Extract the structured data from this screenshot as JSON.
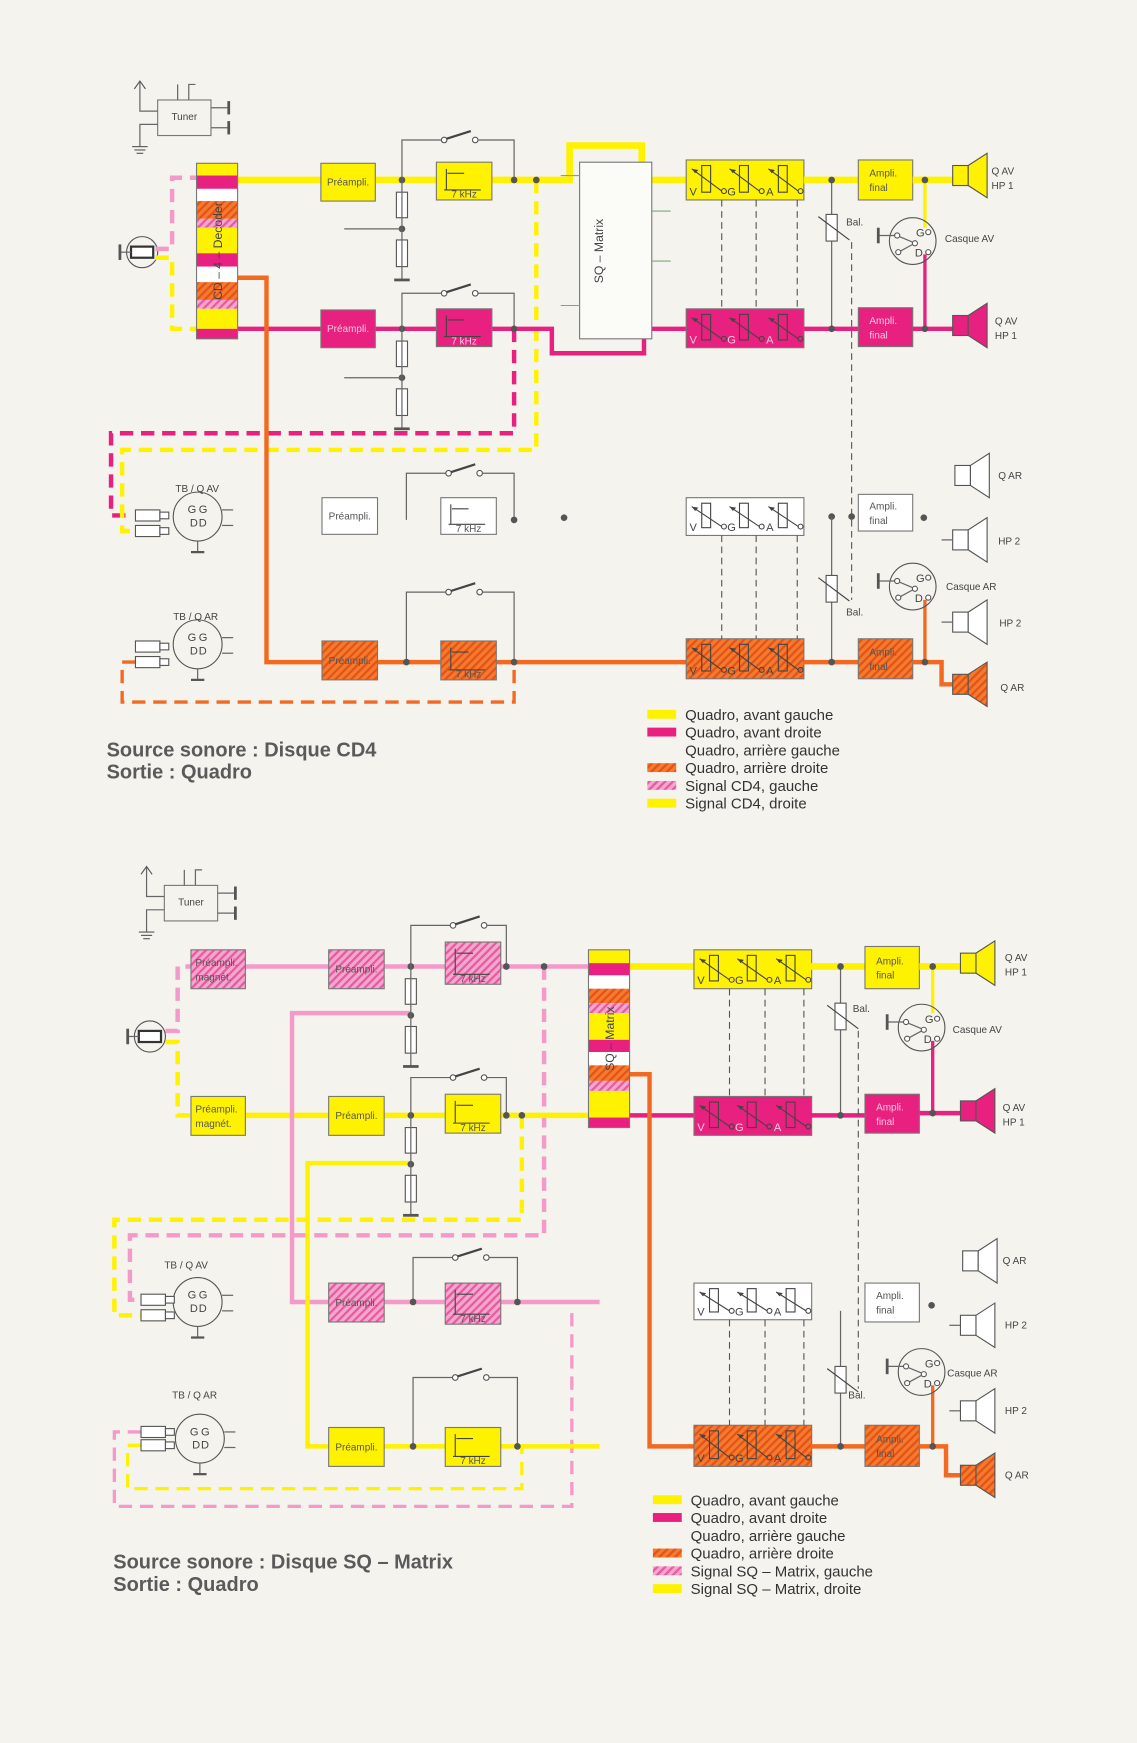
{
  "colors": {
    "yellow": "#fff200",
    "magenta": "#e8207f",
    "orange": "#f26a21",
    "pink_hatch": "#f39ac8",
    "background": "#f4f3ee"
  },
  "labels": {
    "tuner": "Tuner",
    "decoder": "CD – 4 – Decoder",
    "sq_matrix": "SQ – Matrix",
    "preampli": "Préampli.",
    "preampli_magnet": [
      "Préampli.",
      "magnét."
    ],
    "filter": "7 kHz",
    "ampli": [
      "Ampli.",
      "final"
    ],
    "pots": [
      "V",
      "G",
      "A"
    ],
    "bal": "Bal.",
    "jack": [
      "G",
      "D"
    ],
    "din": [
      "G",
      "G",
      "D",
      "D"
    ],
    "casque_av": "Casque AV",
    "casque_ar": "Casque AR",
    "q_av": "Q AV",
    "q_ar": "Q AR",
    "hp1": "HP 1",
    "hp2": "HP 2",
    "tb_qav": "TB / Q AV",
    "tb_qar": "TB / Q AR"
  },
  "diagrams": [
    {
      "title": "Source sonore : Disque CD4",
      "subtitle": "Sortie : Quadro",
      "legend": [
        {
          "label": "Quadro, avant gauche",
          "swatch": "yellow"
        },
        {
          "label": "Quadro, avant droite",
          "swatch": "magenta"
        },
        {
          "label": "Quadro, arrière gauche",
          "swatch": "white"
        },
        {
          "label": "Quadro, arrière droite",
          "swatch": "orange-hatched"
        },
        {
          "label": "Signal CD4, gauche",
          "swatch": "pink-hatched"
        },
        {
          "label": "Signal CD4, droite",
          "swatch": "yellow"
        }
      ]
    },
    {
      "title": "Source sonore : Disque SQ – Matrix",
      "subtitle": "Sortie : Quadro",
      "legend": [
        {
          "label": "Quadro, avant gauche",
          "swatch": "yellow"
        },
        {
          "label": "Quadro, avant droite",
          "swatch": "magenta"
        },
        {
          "label": "Quadro, arrière gauche",
          "swatch": "white"
        },
        {
          "label": "Quadro, arrière droite",
          "swatch": "orange-hatched"
        },
        {
          "label": "Signal SQ – Matrix, gauche",
          "swatch": "pink-hatched"
        },
        {
          "label": "Signal SQ – Matrix, droite",
          "swatch": "yellow"
        }
      ]
    }
  ]
}
